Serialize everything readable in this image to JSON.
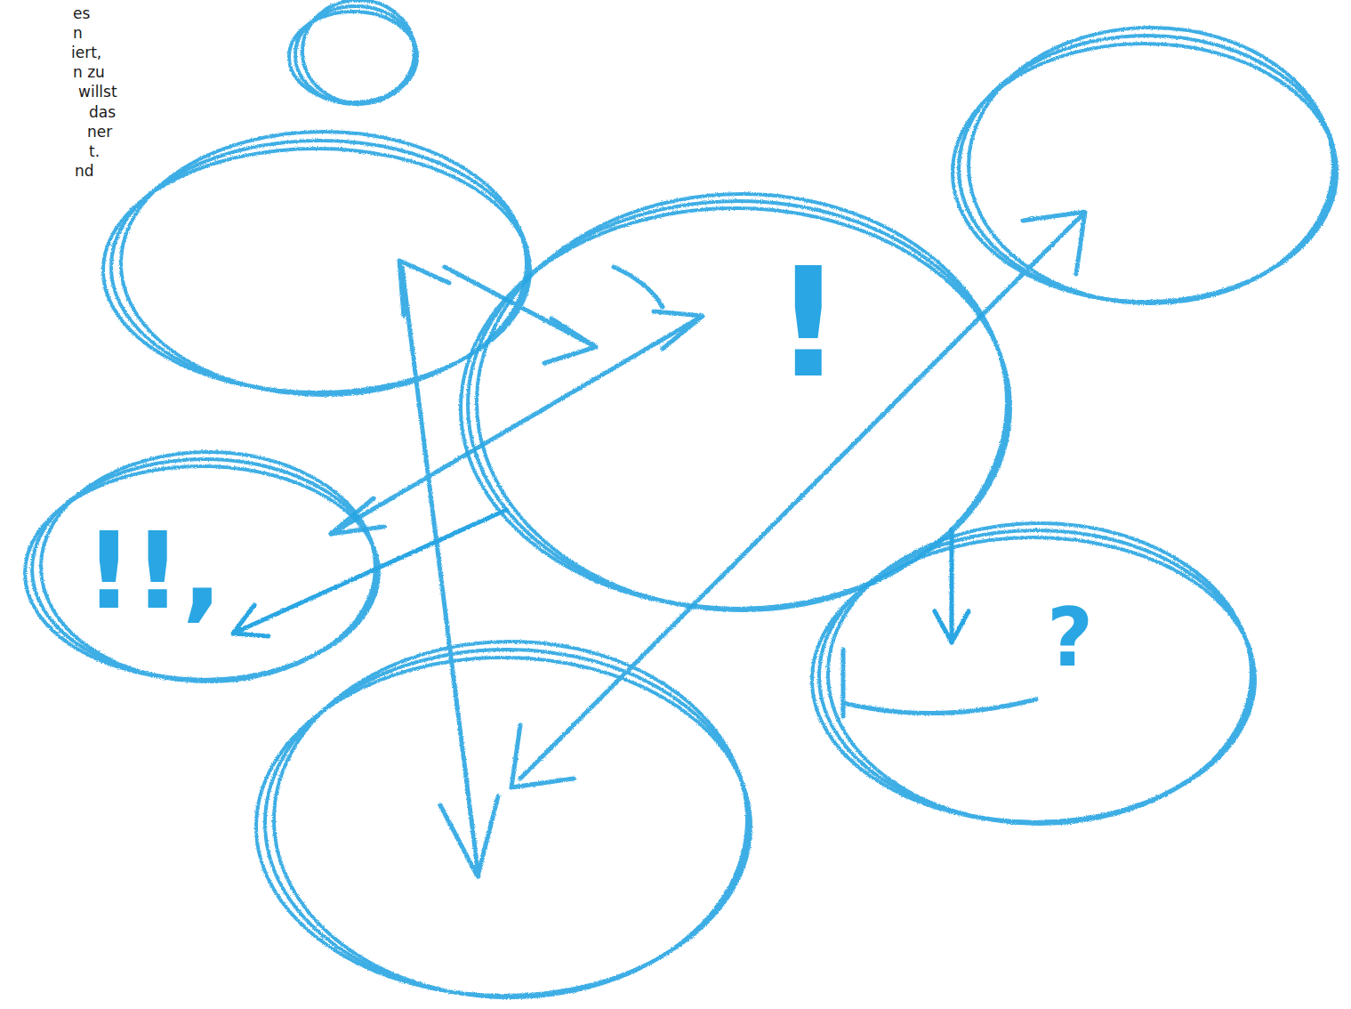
{
  "diagram": {
    "nodes": [
      {
        "text": [
          "!"
        ]
      },
      {
        "text": [
          "!!,"
        ]
      },
      {
        "text": [
          "?"
        ]
      }
    ],
    "edges": [
      {
        "from": 0,
        "to": 1,
        "arrow": "to"
      },
      {
        "from": 0,
        "to": 2,
        "arrow": "to"
      }
    ],
    "labels": [
      "es",
      "n",
      "iert,",
      "n zu",
      "willst",
      "das",
      "ner",
      "t.",
      "nd"
    ]
  }
}
